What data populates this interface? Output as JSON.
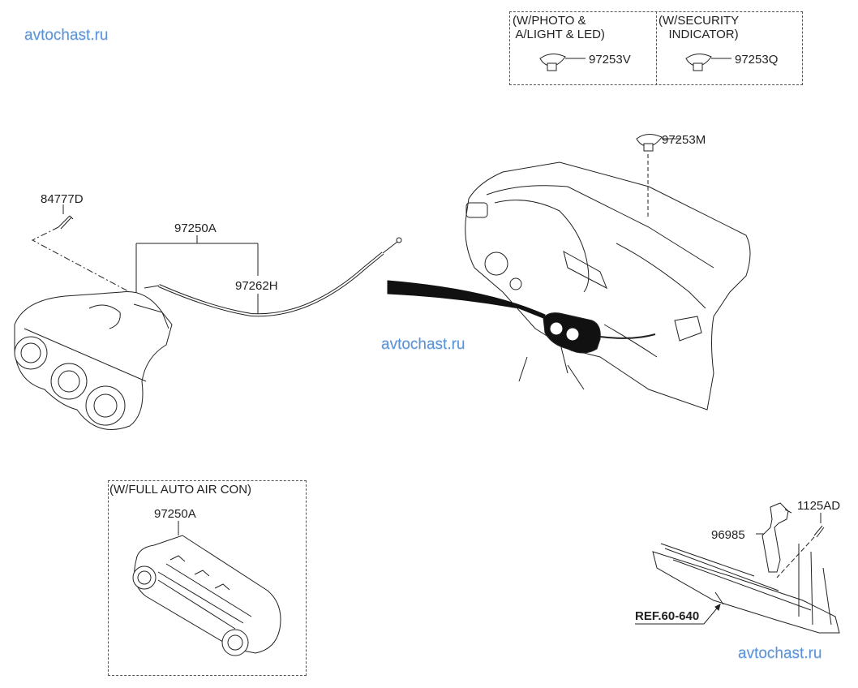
{
  "watermarks": [
    {
      "text": "avtochast.ru",
      "position": "top-left"
    },
    {
      "text": "avtochast.ru",
      "position": "center"
    },
    {
      "text": "avtochast.ru",
      "position": "bottom-right"
    }
  ],
  "colors": {
    "watermark": "#5b93d8",
    "line": "#222222"
  },
  "option_boxes": {
    "photo_light_led": {
      "title_line1": "(W/PHOTO &",
      "title_line2": " A/LIGHT & LED)",
      "part": "97253V"
    },
    "security_indicator": {
      "title_line1": "(W/SECURITY",
      "title_line2": "   INDICATOR)",
      "part": "97253Q"
    },
    "full_auto_aircon": {
      "title": "(W/FULL AUTO AIR CON)",
      "part": "97250A"
    }
  },
  "parts": {
    "sensor_cover": "97253M",
    "screw": "84777D",
    "control_assembly": "97250A",
    "cable": "97262H",
    "sensor": "96985",
    "bolt": "1125AD",
    "reference": "REF.60-640"
  }
}
